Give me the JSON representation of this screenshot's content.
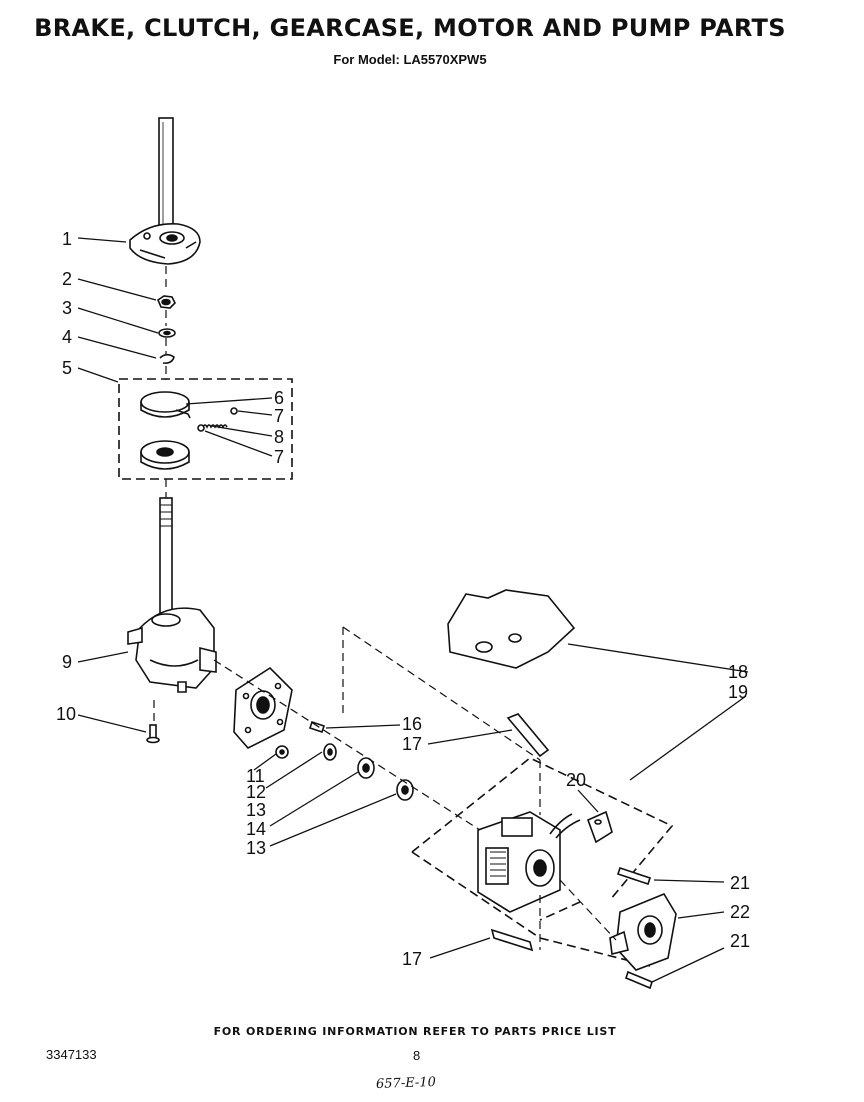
{
  "header": {
    "title": "BRAKE, CLUTCH, GEARCASE, MOTOR AND PUMP PARTS",
    "model_line": "For Model: LA5570XPW5"
  },
  "callouts": {
    "c1": "1",
    "c2": "2",
    "c3": "3",
    "c4": "4",
    "c5": "5",
    "c6": "6",
    "c7a": "7",
    "c8": "8",
    "c7b": "7",
    "c9": "9",
    "c10": "10",
    "c11": "11",
    "c12": "12",
    "c13a": "13",
    "c14": "14",
    "c13b": "13",
    "c16": "16",
    "c17a": "17",
    "c18": "18",
    "c19": "19",
    "c20": "20",
    "c21a": "21",
    "c22": "22",
    "c21b": "21",
    "c17b": "17"
  },
  "footer": {
    "ordering_note": "FOR ORDERING INFORMATION REFER TO PARTS PRICE LIST",
    "document_number": "3347133",
    "page_number": "8",
    "handwritten_note": "657-E-10"
  }
}
